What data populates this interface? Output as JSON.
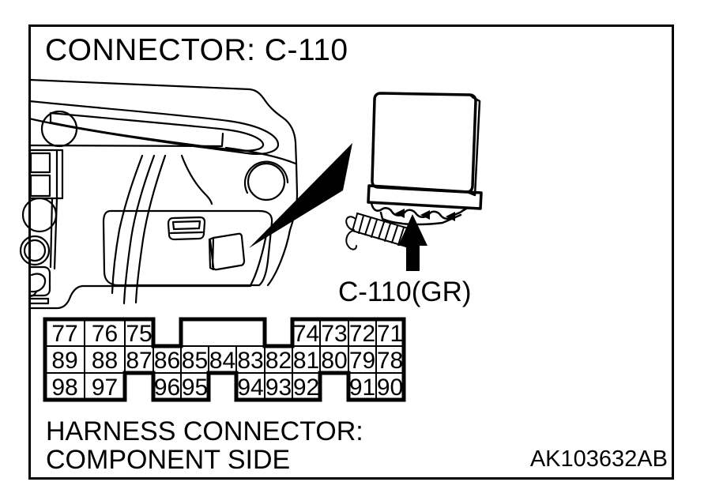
{
  "colors": {
    "ink": "#000000",
    "paper": "#ffffff"
  },
  "header": {
    "title": "CONNECTOR: C-110"
  },
  "illustration": {
    "connector_callout": "C-110(GR)",
    "parts": [
      "dashboard-line-art",
      "zoom-wedge",
      "ecu-connector",
      "wire-bundle",
      "up-arrow"
    ]
  },
  "pin_grid": {
    "keyway": {
      "row": 0,
      "col": 4,
      "span": 3
    },
    "cells": [
      {
        "label": "77",
        "row": 0,
        "col": 0
      },
      {
        "label": "76",
        "row": 0,
        "col": 1
      },
      {
        "label": "75",
        "row": 0,
        "col": 2
      },
      {
        "label": "74",
        "row": 0,
        "col": 8
      },
      {
        "label": "73",
        "row": 0,
        "col": 9
      },
      {
        "label": "72",
        "row": 0,
        "col": 10
      },
      {
        "label": "71",
        "row": 0,
        "col": 11
      },
      {
        "label": "89",
        "row": 1,
        "col": 0
      },
      {
        "label": "88",
        "row": 1,
        "col": 1
      },
      {
        "label": "87",
        "row": 1,
        "col": 2
      },
      {
        "label": "86",
        "row": 1,
        "col": 3
      },
      {
        "label": "85",
        "row": 1,
        "col": 4
      },
      {
        "label": "84",
        "row": 1,
        "col": 5
      },
      {
        "label": "83",
        "row": 1,
        "col": 6
      },
      {
        "label": "82",
        "row": 1,
        "col": 7
      },
      {
        "label": "81",
        "row": 1,
        "col": 8
      },
      {
        "label": "80",
        "row": 1,
        "col": 9
      },
      {
        "label": "79",
        "row": 1,
        "col": 10
      },
      {
        "label": "78",
        "row": 1,
        "col": 11
      },
      {
        "label": "98",
        "row": 2,
        "col": 0
      },
      {
        "label": "97",
        "row": 2,
        "col": 1
      },
      {
        "label": "96",
        "row": 2,
        "col": 3
      },
      {
        "label": "95",
        "row": 2,
        "col": 4
      },
      {
        "label": "94",
        "row": 2,
        "col": 6
      },
      {
        "label": "93",
        "row": 2,
        "col": 7
      },
      {
        "label": "92",
        "row": 2,
        "col": 8
      },
      {
        "label": "91",
        "row": 2,
        "col": 10
      },
      {
        "label": "90",
        "row": 2,
        "col": 11
      }
    ]
  },
  "footer": {
    "caption_line1": "HARNESS CONNECTOR:",
    "caption_line2": "COMPONENT SIDE",
    "figure_code": "AK103632AB"
  }
}
